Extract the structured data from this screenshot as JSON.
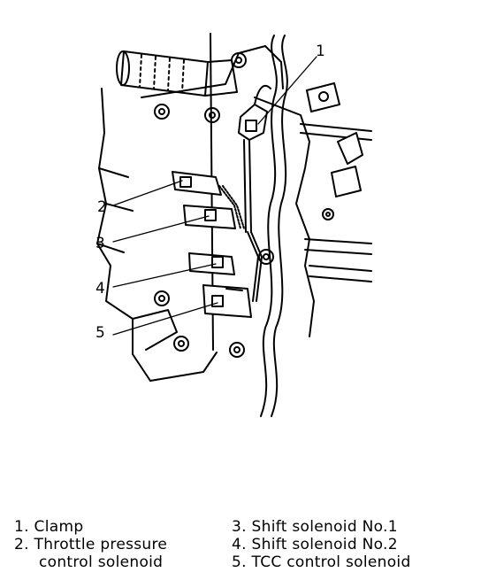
{
  "callouts": [
    "1",
    "2",
    "3",
    "4",
    "5"
  ],
  "legend": {
    "left": [
      {
        "num": "1.",
        "text": "Clamp",
        "cont": ""
      },
      {
        "num": "2.",
        "text": "Throttle pressure",
        "cont": "control solenoid"
      }
    ],
    "right": [
      {
        "num": "3.",
        "text": "Shift solenoid No.1",
        "cont": ""
      },
      {
        "num": "4.",
        "text": "Shift solenoid No.2",
        "cont": ""
      },
      {
        "num": "5.",
        "text": "TCC control solenoid",
        "cont": ""
      }
    ]
  }
}
